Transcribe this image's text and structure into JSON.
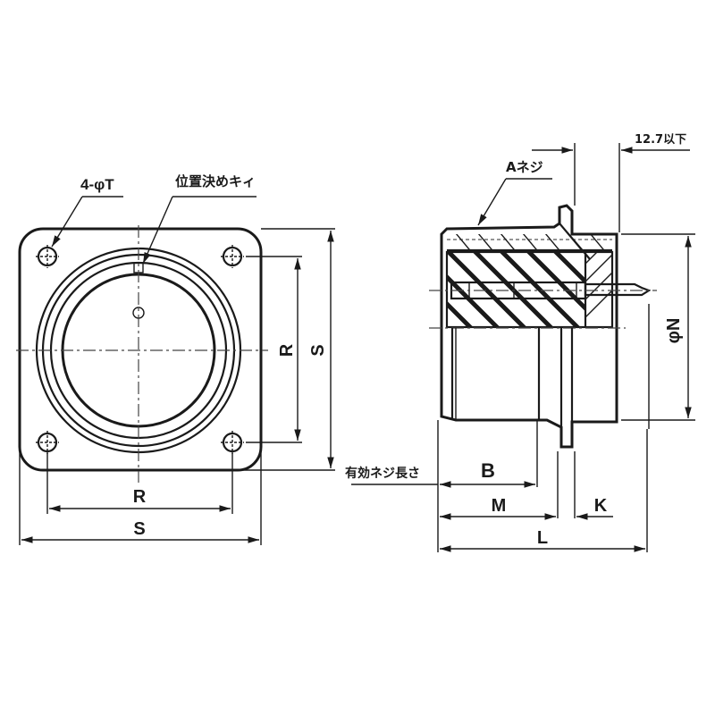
{
  "drawing": {
    "front_view": {
      "hole_callout": "4-φT",
      "key_callout": "位置決めキィ",
      "dim_R_vertical": "R",
      "dim_S_vertical": "S",
      "dim_R_horizontal": "R",
      "dim_S_horizontal": "S"
    },
    "side_view": {
      "thread_callout": "Aネジ",
      "max_protrusion": "12.7以下",
      "effective_thread_length": "有効ネジ長さ",
      "dim_B": "B",
      "dim_M": "M",
      "dim_K": "K",
      "dim_L": "L",
      "dim_N": "φN"
    }
  },
  "colors": {
    "line": "#1a1a1a",
    "background": "#ffffff"
  }
}
